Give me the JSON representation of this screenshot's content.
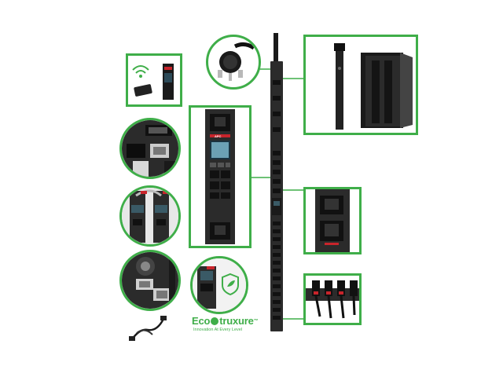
{
  "product": {
    "brand_label": "APC",
    "logo": {
      "text_left": "Eco",
      "text_right": "truxure",
      "trademark": "™",
      "tagline": "Innovation At Every Level"
    }
  },
  "colors": {
    "accent_green": "#3fae49",
    "pdu_body": "#2b2b2b",
    "outlet": "#111111",
    "brand_red": "#c8242b",
    "display_screen": "#1a3340"
  },
  "icons": [
    "wifi-icon",
    "shield-leaf-icon",
    "power-plug-icon",
    "network-cable-icon"
  ]
}
